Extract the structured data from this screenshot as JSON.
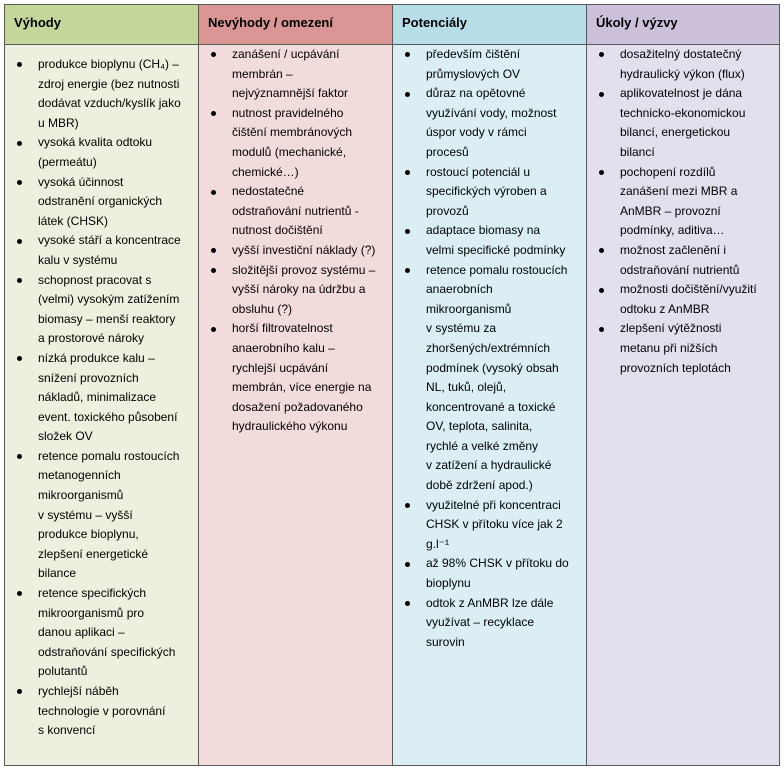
{
  "table": {
    "columns": [
      {
        "header": "Výhody",
        "header_color": "#c4d79b",
        "body_color": "#ebf1de",
        "items": [
          "produkce bioplynu (CH₄) –\nzdroj energie (bez nutnosti\ndodávat vzduch/kyslík jako\nu MBR)",
          "vysoká kvalita odtoku\n(permeátu)",
          "vysoká účinnost\nodstranění organických\nlátek (CHSK)",
          "vysoké stáří a koncentrace\nkalu v systému",
          "schopnost pracovat s\n(velmi) vysokým zatížením\nbiomasy – menší reaktory\na prostorové nároky",
          "nízká produkce kalu –\nsnížení provozních\nnákladů, minimalizace\nevent. toxického působení\nsložek OV",
          "retence pomalu rostoucích\nmetanogenních\nmikroorganismů\nv systému – vyšší\nprodukce bioplynu,\nzlepšení energetické\nbilance",
          "retence specifických\nmikroorganismů pro\ndanou aplikaci –\nodstraňování specifických\npolutantů",
          "rychlejší náběh\ntechnologie v porovnání\ns konvencí"
        ]
      },
      {
        "header": "Nevýhody / omezení",
        "header_color": "#da9694",
        "body_color": "#f2dcdb",
        "items": [
          "zanášení / ucpávání\nmembrán –\nnejvýznamnější faktor",
          "nutnost pravidelného\nčištění membránových\nmodulů (mechanické,\nchemické…)",
          "nedostatečné\nodstraňování nutrientů -\nnutnost dočištění",
          "vyšší investiční náklady (?)",
          "složitější provoz systému –\nvyšší nároky na údržbu a\nobsluhu (?)",
          "horší filtrovatelnost\nanaerobního kalu –\nrychlejší ucpávání\nmembrán, více energie na\ndosažení požadovaného\nhydraulického výkonu"
        ]
      },
      {
        "header": "Potenciály",
        "header_color": "#b7dee8",
        "body_color": "#daeef3",
        "items": [
          "především čištění\nprůmyslových OV",
          "důraz na opětovné\nvyužívání vody, možnost\núspor vody v rámci\nprocesů",
          "rostoucí potenciál u\nspecifických výroben a\nprovozů",
          "adaptace biomasy na\nvelmi specifické podmínky",
          "retence pomalu rostoucích\nanaerobních\nmikroorganismů\nv systému za\nzhoršených/extrémních\npodmínek (vysoký obsah\nNL, tuků, olejů,\nkoncentrované a toxické\nOV, teplota, salinita,\nrychlé a velké změny\nv zatížení a hydraulické\ndobě zdržení apod.)",
          "využitelné při koncentraci\nCHSK v přítoku více jak 2\ng.l⁻¹",
          "až 98% CHSK v přítoku do\nbioplynu",
          "odtok z AnMBR lze dále\nvyužívat – recyklace\nsurovin"
        ]
      },
      {
        "header": "Úkoly / výzvy",
        "header_color": "#ccc0da",
        "body_color": "#e4dfec",
        "items": [
          "dosažitelný dostatečný\nhydraulický výkon (flux)",
          "aplikovatelnost je dána\ntechnicko-ekonomickou\nbilancí, energetickou\nbilancí",
          "pochopení rozdílů\nzanášení mezi MBR a\nAnMBR – provozní\npodmínky, aditiva…",
          "možnost začlenění i\nodstraňování nutrientů",
          "možnosti dočištění/využití\nodtoku z AnMBR",
          "zlepšení výtěžnosti\nmetanu při nižších\nprovozních teplotách"
        ]
      }
    ]
  },
  "colors": {
    "border": "#595959",
    "text": "#000000"
  }
}
